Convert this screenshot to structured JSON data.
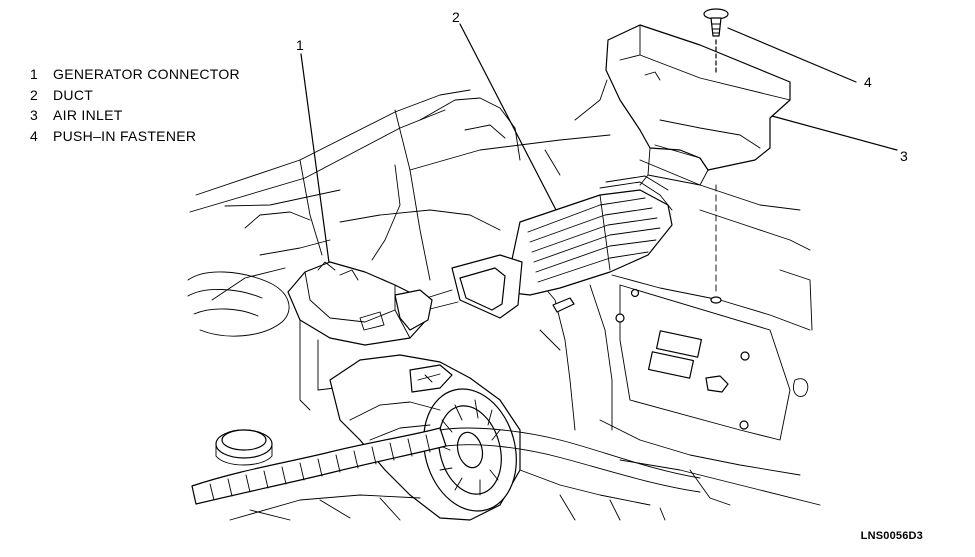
{
  "legend": [
    {
      "num": "1",
      "label": "GENERATOR CONNECTOR"
    },
    {
      "num": "2",
      "label": "DUCT"
    },
    {
      "num": "3",
      "label": "AIR INLET"
    },
    {
      "num": "4",
      "label": "PUSH–IN FASTENER"
    }
  ],
  "callouts": {
    "c1": "1",
    "c2": "2",
    "c3": "3",
    "c4": "4"
  },
  "figure_code": "LNS0056D3"
}
